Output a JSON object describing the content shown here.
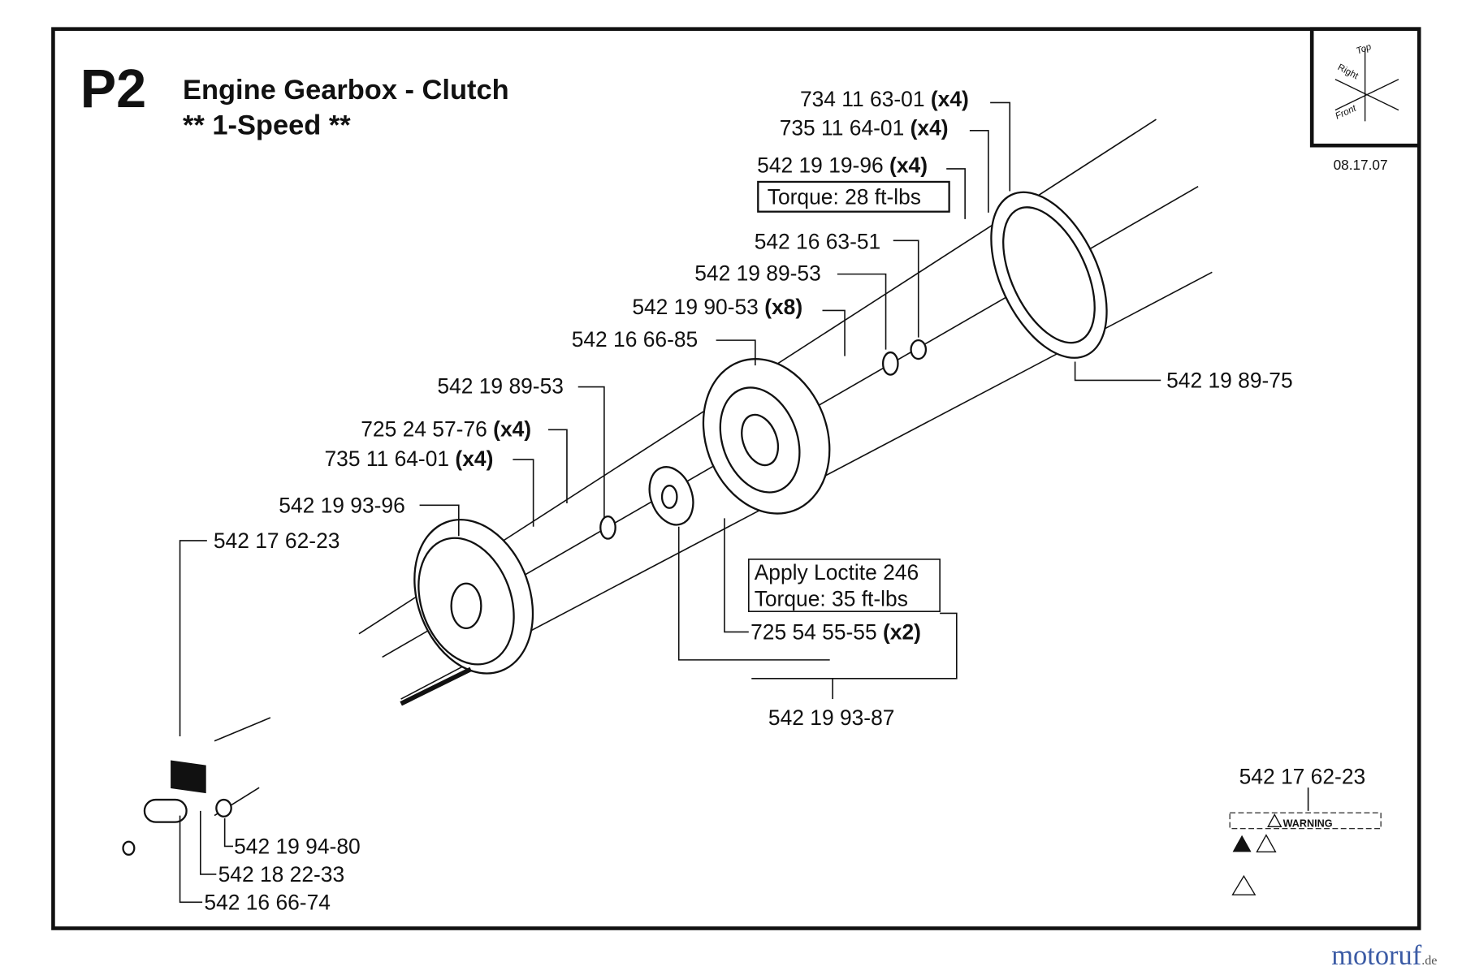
{
  "header": {
    "code": "P2",
    "title": "Engine Gearbox - Clutch",
    "subtitle": "** 1-Speed **",
    "date": "08.17.07"
  },
  "orientation": {
    "top": "Top",
    "right": "Right",
    "front": "Front"
  },
  "parts": [
    {
      "number": "734 11 63-01",
      "qty": "(x4)"
    },
    {
      "number": "735 11 64-01",
      "qty": "(x4)"
    },
    {
      "number": "542 19 19-96",
      "qty": "(x4)"
    },
    {
      "number": "542 16 63-51",
      "qty": ""
    },
    {
      "number": "542 19 89-53",
      "qty": ""
    },
    {
      "number": "542 19 90-53",
      "qty": "(x8)"
    },
    {
      "number": "542 16 66-85",
      "qty": ""
    },
    {
      "number": "542 19 89-75",
      "qty": ""
    },
    {
      "number": "542 19 89-53",
      "qty": ""
    },
    {
      "number": "725 24 57-76",
      "qty": "(x4)"
    },
    {
      "number": "735 11 64-01",
      "qty": "(x4)"
    },
    {
      "number": "542 19 93-96",
      "qty": ""
    },
    {
      "number": "542 17 62-23",
      "qty": ""
    },
    {
      "number": "725 54 55-55",
      "qty": "(x2)"
    },
    {
      "number": "542 19 93-87",
      "qty": ""
    },
    {
      "number": "542 19 94-80",
      "qty": ""
    },
    {
      "number": "542 18 22-33",
      "qty": ""
    },
    {
      "number": "542 16 66-74",
      "qty": ""
    },
    {
      "number": "542 17 62-23",
      "qty": ""
    }
  ],
  "notes": {
    "torque1": "Torque: 28 ft-lbs",
    "loctite": "Apply Loctite 246",
    "torque2": "Torque:  35 ft-lbs"
  },
  "decal": {
    "warning": "WARNING"
  },
  "watermark": {
    "brand": "motoruf",
    "tld": ".de",
    "colors": [
      "#3b5ba5",
      "#8a3fa0",
      "#e07a1f",
      "#2e9a3e",
      "#d6304a",
      "#3b7fc4",
      "#f0b21e"
    ]
  }
}
